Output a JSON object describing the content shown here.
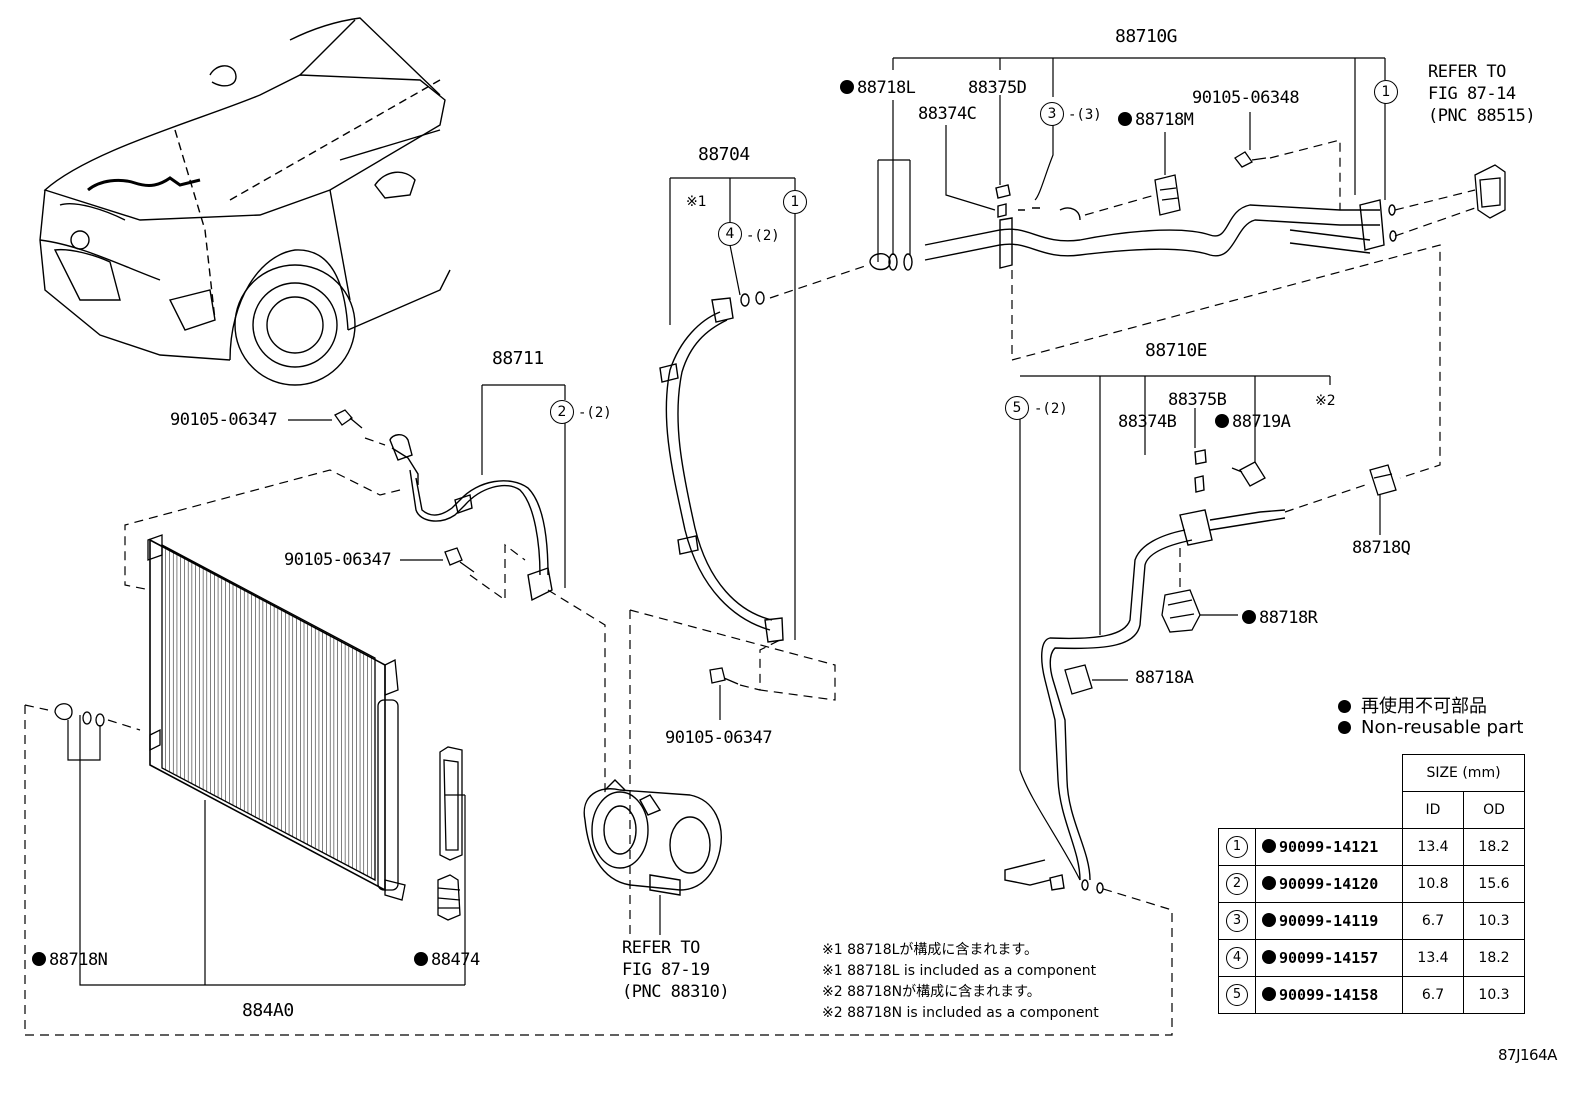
{
  "labels": {
    "p88710G": "88710G",
    "p88718L": "88718L",
    "p88375D": "88375D",
    "p88374C": "88374C",
    "p88718M": "88718M",
    "p90105_06348": "90105-06348",
    "refer_top": [
      "REFER TO",
      "FIG 87-14",
      "(PNC 88515)"
    ],
    "p88704": "88704",
    "p88711": "88711",
    "p90105_06347_a": "90105-06347",
    "p90105_06347_b": "90105-06347",
    "p90105_06347_c": "90105-06347",
    "p88710E": "88710E",
    "p88375B": "88375B",
    "p88374B": "88374B",
    "p88719A": "88719A",
    "p88718Q": "88718Q",
    "p88718R": "88718R",
    "p88718A": "88718A",
    "p88718N": "88718N",
    "p88474": "88474",
    "p884A0": "884A0",
    "refer_bottom": [
      "REFER TO",
      "FIG 87-19",
      "(PNC 88310)"
    ],
    "note_mark1": "※1",
    "note_mark2": "※2",
    "qty_2": "-(2)",
    "qty_3": "-(3)",
    "diagram_id": "87J164A"
  },
  "notes": [
    "※1 88718Lが構成に含まれます。",
    "※1 88718L is included as a component",
    "※2 88718Nが構成に含まれます。",
    "※2 88718N is included as a component"
  ],
  "legend": {
    "jp": "再使用不可部品",
    "en": "Non-reusable part"
  },
  "size_table": {
    "header": "SIZE (mm)",
    "col_id": "ID",
    "col_od": "OD",
    "rows": [
      {
        "idx": "1",
        "part": "90099-14121",
        "id": "13.4",
        "od": "18.2"
      },
      {
        "idx": "2",
        "part": "90099-14120",
        "id": "10.8",
        "od": "15.6"
      },
      {
        "idx": "3",
        "part": "90099-14119",
        "id": "6.7",
        "od": "10.3"
      },
      {
        "idx": "4",
        "part": "90099-14157",
        "id": "13.4",
        "od": "18.2"
      },
      {
        "idx": "5",
        "part": "90099-14158",
        "id": "6.7",
        "od": "10.3"
      }
    ]
  },
  "colors": {
    "ink": "#000000",
    "background": "#ffffff"
  }
}
